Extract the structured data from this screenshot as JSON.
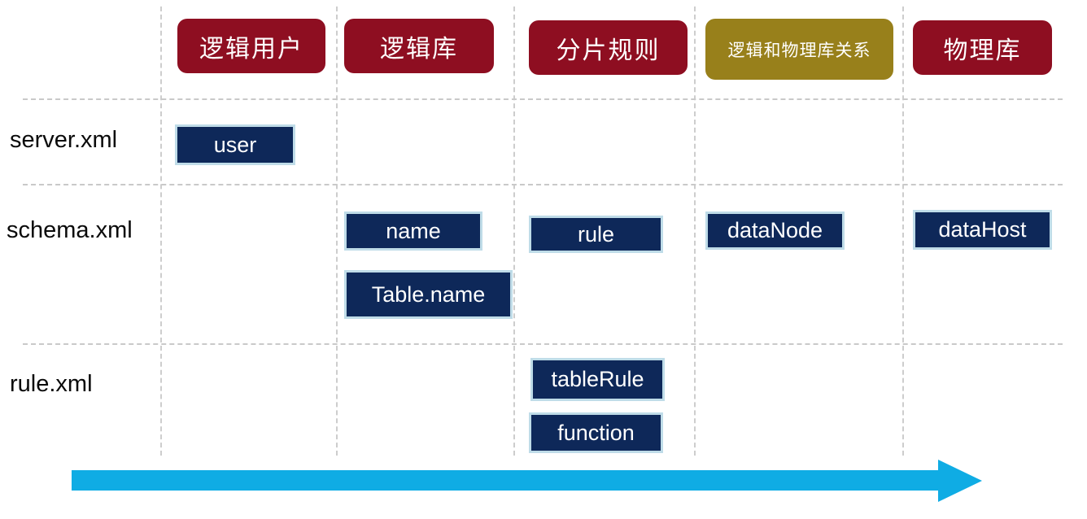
{
  "title": "MyCAT configuration files and concepts diagram",
  "colors": {
    "header_red": "#8E0E21",
    "header_olive": "#98801B",
    "box_navy": "#0E2859",
    "box_border_blue": "#BFDCE8",
    "arrow_cyan": "#0FACE4",
    "grid_gray": "#CDCDCD",
    "label_text": "#0A0A0A",
    "header_text": "#FFFFFF",
    "box_text": "#FFFFFF"
  },
  "columns": [
    {
      "label": "逻辑用户"
    },
    {
      "label": "逻辑库"
    },
    {
      "label": "分片规则"
    },
    {
      "label": "逻辑和物理库关系"
    },
    {
      "label": "物理库"
    }
  ],
  "rows": [
    {
      "label": "server.xml"
    },
    {
      "label": "schema.xml"
    },
    {
      "label": "rule.xml"
    }
  ],
  "boxes": [
    {
      "label": "user",
      "row": "server.xml",
      "column": "逻辑用户"
    },
    {
      "label": "name",
      "row": "schema.xml",
      "column": "逻辑库"
    },
    {
      "label": "Table.name",
      "row": "schema.xml",
      "column": "逻辑库"
    },
    {
      "label": "rule",
      "row": "schema.xml",
      "column": "分片规则"
    },
    {
      "label": "dataNode",
      "row": "schema.xml",
      "column": "逻辑和物理库关系"
    },
    {
      "label": "dataHost",
      "row": "schema.xml",
      "column": "物理库"
    },
    {
      "label": "tableRule",
      "row": "rule.xml",
      "column": "分片规则"
    },
    {
      "label": "function",
      "row": "rule.xml",
      "column": "分片规则"
    }
  ],
  "arrow": {
    "icon": "right-arrow",
    "direction": "right"
  }
}
